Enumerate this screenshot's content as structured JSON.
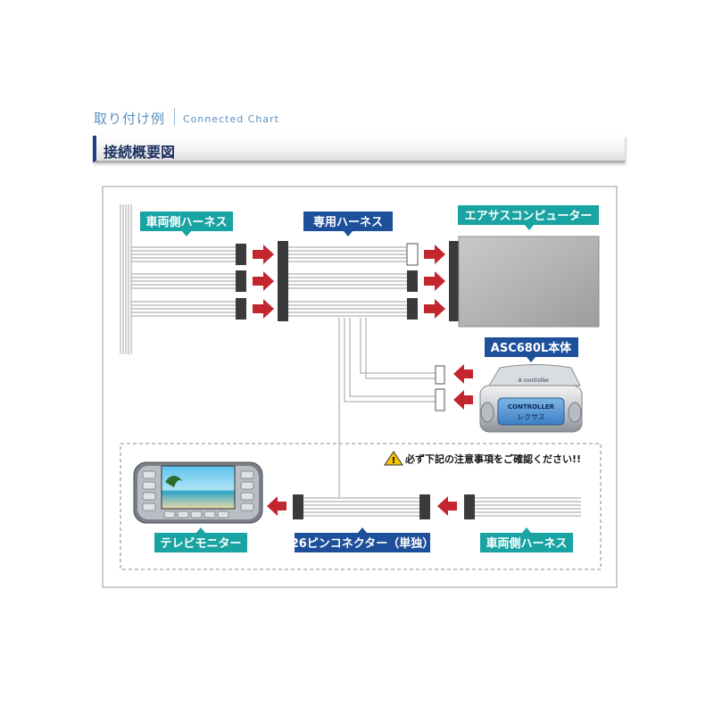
{
  "header": {
    "title": "取り付け例",
    "subtitle": "Connected Chart"
  },
  "section": {
    "title": "接続概要図"
  },
  "diagram": {
    "labels": {
      "vehicle_harness_top": "車両側ハーネス",
      "dedicated_harness": "専用ハーネス",
      "air_suspension_computer": "エアサスコンピューター",
      "asc680l_unit": "ASC680L本体",
      "tv_monitor": "テレビモニター",
      "connector_26pin": "26ピンコネクター（単独）",
      "vehicle_harness_bottom": "車両側ハーネス"
    },
    "notice": "必ず下記の注意事項をご確認ください!!",
    "device_screen_text": "CONTROLLER",
    "device_screen_sub": "レクサス",
    "device_logo": "A controller",
    "colors": {
      "teal_label": "#1aa3a3",
      "navy_label": "#1e4f9a",
      "arrow_red": "#c4262e",
      "connector_dark": "#3a3a3a"
    }
  }
}
